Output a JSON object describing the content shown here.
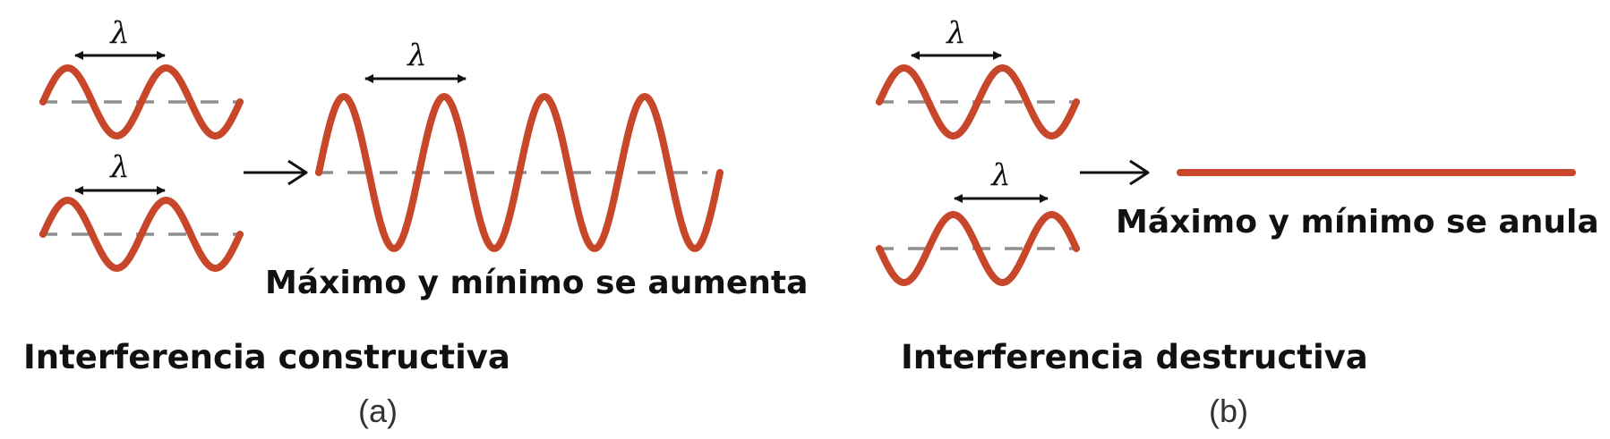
{
  "colors": {
    "wave": "#c8472b",
    "axis": "#8f8f8f",
    "ink": "#111111"
  },
  "symbols": {
    "wavelength": "λ"
  },
  "panel_a": {
    "result_label": "Máximo y mínimo se aumenta",
    "title": "Interferencia constructiva",
    "tag": "(a)"
  },
  "panel_b": {
    "result_label": "Máximo y mínimo se anula",
    "title": "Interferencia destructiva",
    "tag": "(b)"
  }
}
